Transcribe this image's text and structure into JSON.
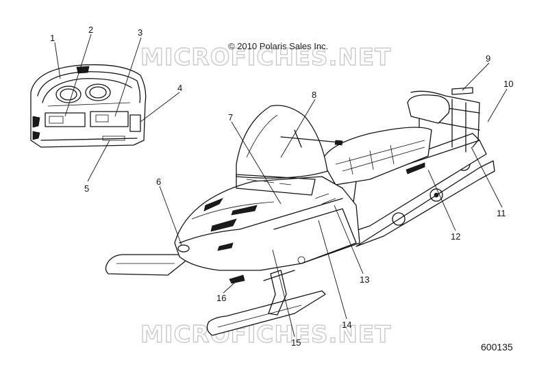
{
  "copyright": "© 2010 Polaris Sales Inc.",
  "watermark": "MICROFICHES.NET",
  "part_number": "600135",
  "callouts": [
    "1",
    "2",
    "3",
    "4",
    "5",
    "6",
    "7",
    "8",
    "9",
    "10",
    "11",
    "12",
    "13",
    "14",
    "15",
    "16"
  ]
}
